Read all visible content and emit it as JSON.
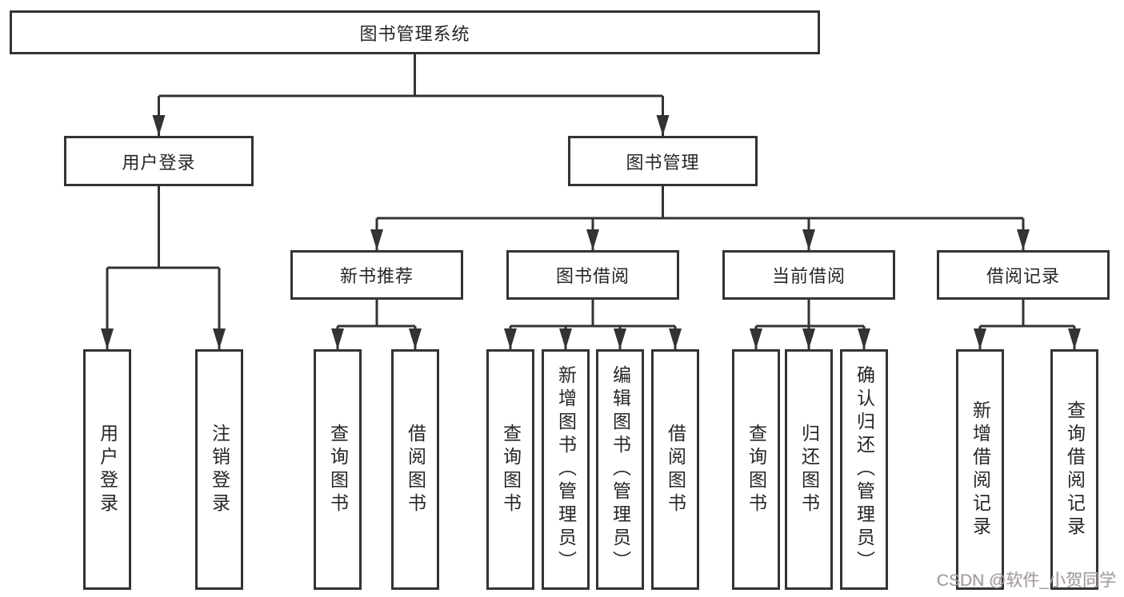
{
  "diagram": {
    "title": "图书管理系统",
    "root": {
      "label": "图书管理系统",
      "children": [
        {
          "label": "用户登录",
          "children": [
            {
              "label": "用户登录"
            },
            {
              "label": "注销登录"
            }
          ]
        },
        {
          "label": "图书管理",
          "children": [
            {
              "label": "新书推荐",
              "children": [
                {
                  "label": "查询图书"
                },
                {
                  "label": "借阅图书"
                }
              ]
            },
            {
              "label": "图书借阅",
              "children": [
                {
                  "label": "查询图书"
                },
                {
                  "label": "新增图书（管理员）"
                },
                {
                  "label": "编辑图书（管理员）"
                },
                {
                  "label": "借阅图书"
                }
              ]
            },
            {
              "label": "当前借阅",
              "children": [
                {
                  "label": "查询图书"
                },
                {
                  "label": "归还图书"
                },
                {
                  "label": "确认归还（管理员）"
                }
              ]
            },
            {
              "label": "借阅记录",
              "children": [
                {
                  "label": "新增借阅记录"
                },
                {
                  "label": "查询借阅记录"
                }
              ]
            }
          ]
        }
      ]
    }
  },
  "watermark": {
    "text": "CSDN @软件_小贺同学"
  },
  "colors": {
    "line": "#333333",
    "box_border": "#333333",
    "box_background": "#ffffff",
    "text": "#262626",
    "watermark": "#9e9e9e"
  }
}
